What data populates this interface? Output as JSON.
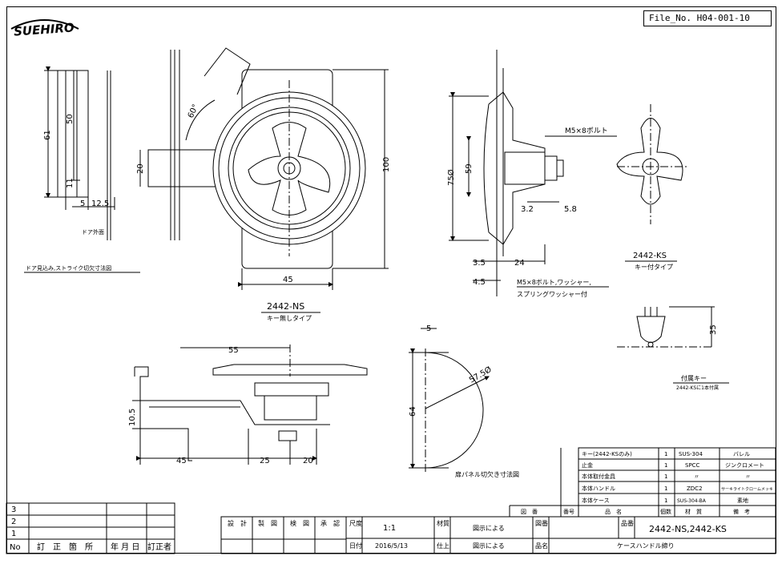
{
  "brand": {
    "logo_text": "SUEHIRO"
  },
  "file_no": "File_No. H04-001-10",
  "views": {
    "side_left": {
      "dim_61": "61",
      "dim_50": "50",
      "dim_11": "11",
      "dim_5": "5",
      "dim_12_5": "12.5",
      "door_outer": "ドア外面",
      "caption": "ドア見込み,ストライク切欠寸法図"
    },
    "front": {
      "angle": "60°",
      "dim_20": "20",
      "dim_100": "100",
      "dim_45": "45",
      "model": "2442-NS",
      "type": "キー無しタイプ"
    },
    "section": {
      "dim_75": "75Ø",
      "dim_59": "59",
      "bolt": "M5×8ボルト",
      "dim_3_2": "3.2",
      "dim_5_8": "5.8",
      "dim_3_5": "3.5",
      "dim_24": "24",
      "dim_4_5": "4.5",
      "note1": "M5×8ボルト,ワッシャー,",
      "note2": "スプリングワッシャー付"
    },
    "ks": {
      "model": "2442-KS",
      "type": "キー付タイプ",
      "dim_35": "35",
      "key_label": "付属キー",
      "key_note": "2442-KSに1本付属"
    },
    "bottom": {
      "dim_55": "55",
      "dim_10_5": "10.5",
      "dim_45": "45",
      "dim_25": "25",
      "dim_20": "20"
    },
    "cutout": {
      "dim_5": "5",
      "dim_57_5": "57.5Ø",
      "dim_64": "64",
      "caption": "扉パネル切欠き寸法図"
    }
  },
  "parts_table": {
    "rows": [
      {
        "name": "キー(2442-KSのみ)",
        "qty": "1",
        "material": "SUS-304",
        "note": "バレル"
      },
      {
        "name": "止金",
        "qty": "1",
        "material": "SPCC",
        "note": "ジンクロメート"
      },
      {
        "name": "本体取付金具",
        "qty": "1",
        "material": "〃",
        "note": "〃"
      },
      {
        "name": "本体ハンドル",
        "qty": "1",
        "material": "ZDC2",
        "note": "サーキライトクロームメッキ"
      },
      {
        "name": "本体ケース",
        "qty": "1",
        "material": "SUS-304-BA",
        "note": "素地"
      }
    ],
    "header": {
      "zuban": "図　番",
      "no": "番号",
      "name": "品　名",
      "qty": "個数",
      "material": "材　質",
      "note": "備　考"
    }
  },
  "revision": {
    "rows": [
      "3",
      "2",
      "1"
    ],
    "header": {
      "no": "No",
      "place": "訂　正　箇　所",
      "date": "年 月 日",
      "person": "訂正者"
    }
  },
  "title_block": {
    "design": "設　計",
    "drafting": "製　図",
    "check": "検　図",
    "approve": "承　認",
    "scale_label": "尺度",
    "scale": "1:1",
    "material_label": "材質",
    "material_val": "図示による",
    "finish_label": "仕上",
    "finish_val": "図示による",
    "date_label": "日付",
    "date": "2016/5/13",
    "zuban_label": "図番",
    "hinban_label": "品番",
    "hinban": "2442-NS,2442-KS",
    "hinmei_label": "品名",
    "hinmei": "ケースハンドル締り"
  }
}
